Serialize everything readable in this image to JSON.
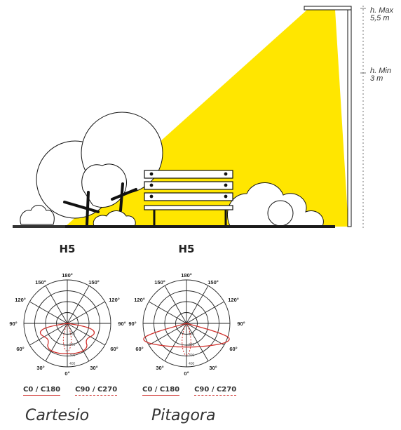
{
  "scene": {
    "height_max": {
      "line1": "h. Max",
      "line2": "5,5 m"
    },
    "height_min": {
      "line1": "h. Min",
      "line2": "3 m"
    },
    "colors": {
      "light_cone": "#ffe600",
      "ground": "#333333",
      "outline": "#111111"
    }
  },
  "diagrams": [
    {
      "title": "H5",
      "product_name": "Cartesio",
      "angle_labels": {
        "a180": "180°",
        "a150l": "150°",
        "a150r": "150°",
        "a120l": "120°",
        "a120r": "120°",
        "a90l": "90°",
        "a90r": "90°",
        "a60l": "60°",
        "a60r": "60°",
        "a30l": "30°",
        "a30r": "30°",
        "a0": "0°"
      },
      "ring_labels": [
        "100",
        "200",
        "300",
        "400"
      ],
      "legend": {
        "c0_c180": "C0 / C180",
        "c90_c270": "C90 / C270"
      }
    },
    {
      "title": "H5",
      "product_name": "Pitagora",
      "angle_labels": {
        "a180": "180°",
        "a150l": "150°",
        "a150r": "150°",
        "a120l": "120°",
        "a120r": "120°",
        "a90l": "90°",
        "a90r": "90°",
        "a60l": "60°",
        "a60r": "60°",
        "a30l": "30°",
        "a30r": "30°",
        "a0": "0°"
      },
      "ring_labels": [
        "100",
        "200",
        "300",
        "400"
      ],
      "legend": {
        "c0_c180": "C0 / C180",
        "c90_c270": "C90 / C270"
      }
    }
  ]
}
